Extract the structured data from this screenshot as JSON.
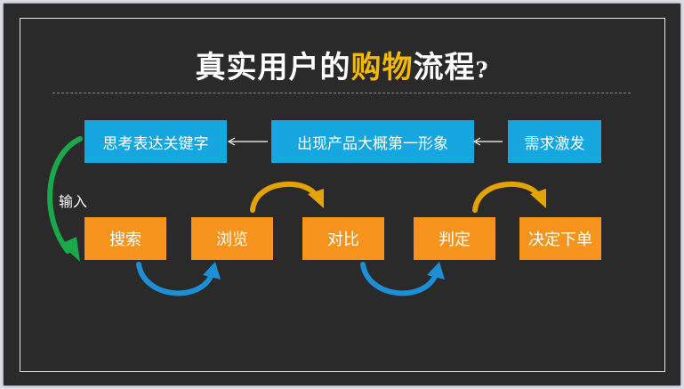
{
  "title": {
    "part1": "真实用户的",
    "highlight": "购物",
    "part2": "流程",
    "question": "?"
  },
  "top_row": {
    "need": "需求激发",
    "impression": "出现产品大概第一形象",
    "keywords": "思考表达关键字"
  },
  "input_label": "输入",
  "bottom_row": {
    "search": "搜索",
    "browse": "浏览",
    "compare": "对比",
    "judge": "判定",
    "order": "决定下单"
  },
  "colors": {
    "background": "#2a2a2a",
    "blue_box": "#17a7e0",
    "orange_box": "#f7941d",
    "title_highlight": "#f5b800",
    "arrow_green": "#1aa84a",
    "arrow_blue": "#1d8fd6",
    "arrow_gold": "#e5a300"
  }
}
